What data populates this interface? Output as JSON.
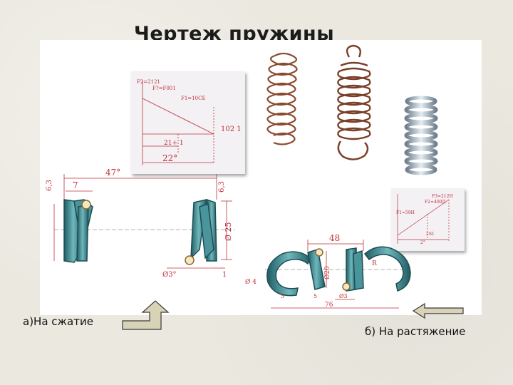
{
  "slide": {
    "title": "Чертеж пружины",
    "caption_compression": "а)На сжатие",
    "caption_tension": "б) На растяжение"
  },
  "graph_small_1": {
    "labels": [
      "F2=2121",
      "F?=F001",
      "F1=10СЕ",
      "102 1",
      "21+ 1",
      "22°"
    ]
  },
  "graph_small_2": {
    "labels": [
      "F3=212H",
      "F2=400Д",
      "F1=59H",
      "2S1",
      "2°"
    ]
  },
  "compression_drawing": {
    "labels": [
      "47°",
      "7",
      "6,3",
      "6,3",
      "Ø 25",
      "Ø3°",
      "1"
    ]
  },
  "tension_drawing": {
    "labels": [
      "48",
      "Ø20",
      "Ø 4",
      "5",
      "5",
      "76",
      "Ø3",
      "R"
    ]
  },
  "arrows": {
    "up": "arrow-up-right-icon",
    "left": "arrow-left-icon"
  },
  "colors": {
    "spring_teal": "#3f8a90",
    "copper": "#8a4a2e",
    "steel": "#8fa0b0",
    "dim_red": "#c0303a"
  }
}
